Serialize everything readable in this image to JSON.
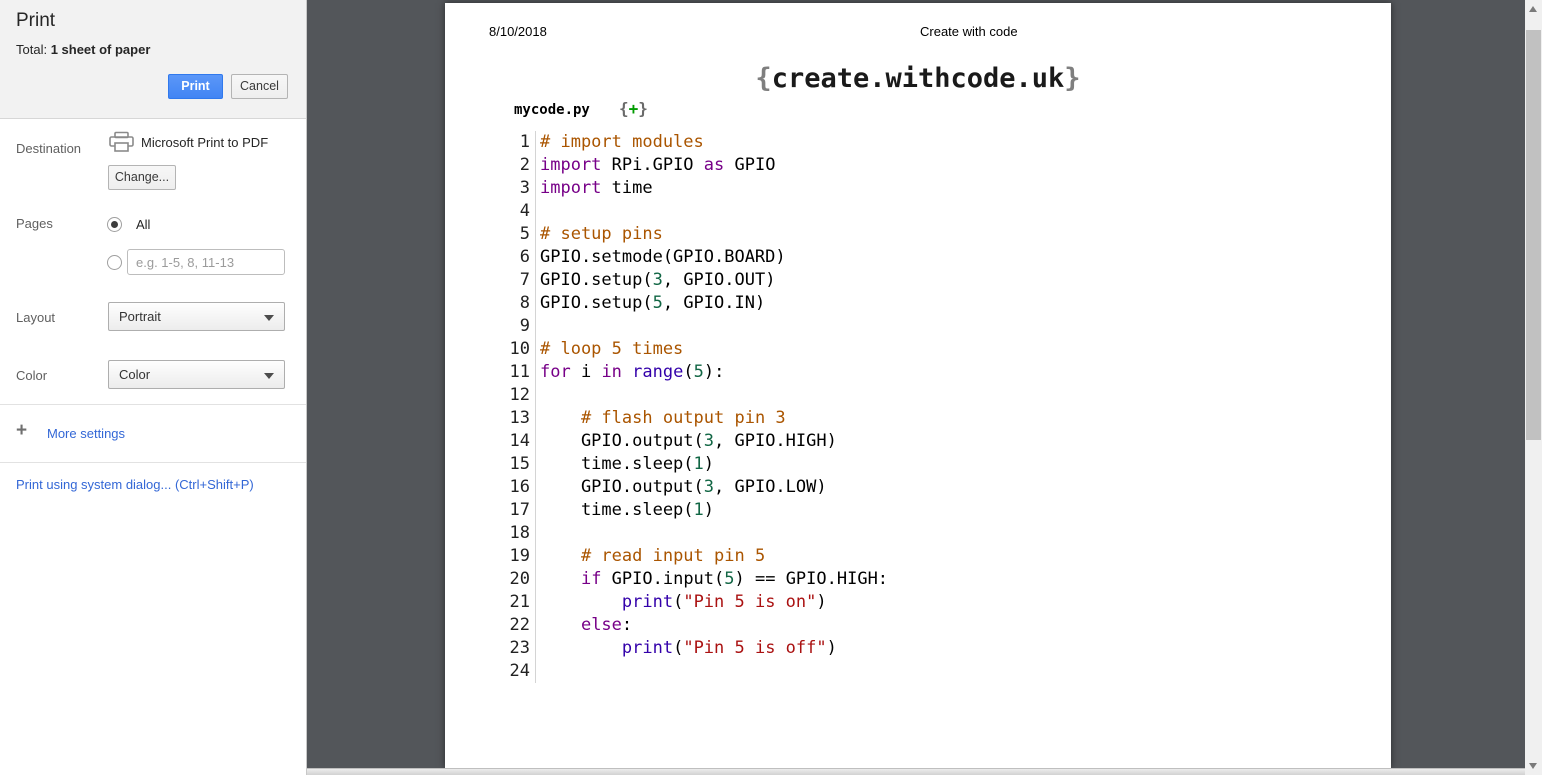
{
  "colors": {
    "accent_blue": "#4285f4",
    "link_blue": "#3367d6",
    "preview_background": "#53565a",
    "syntax": {
      "keyword": "#770088",
      "builtin": "#3300aa",
      "number": "#116644",
      "string": "#aa1111",
      "comment": "#aa5500",
      "plain": "#000000"
    }
  },
  "sidebar": {
    "title": "Print",
    "total_prefix": "Total: ",
    "total_bold": "1 sheet of paper",
    "buttons": {
      "print": "Print",
      "cancel": "Cancel"
    },
    "destination": {
      "label": "Destination",
      "device": "Microsoft Print to PDF",
      "change": "Change..."
    },
    "pages": {
      "label": "Pages",
      "all": "All",
      "range_placeholder": "e.g. 1-5, 8, 11-13"
    },
    "layout": {
      "label": "Layout",
      "value": "Portrait"
    },
    "color": {
      "label": "Color",
      "value": "Color"
    },
    "plus": "+",
    "more_settings": "More settings",
    "system_dialog": "Print using system dialog... (Ctrl+Shift+P)"
  },
  "preview": {
    "header": {
      "date": "8/10/2018",
      "title": "Create with code"
    },
    "site_title": {
      "open": "{",
      "text": "create.withcode.uk",
      "close": "}"
    },
    "filename": "mycode.py",
    "logo": {
      "open": "{",
      "plus": "+",
      "close": "}"
    },
    "code_lines": [
      {
        "n": "1",
        "tokens": [
          [
            "c",
            "# import modules"
          ]
        ]
      },
      {
        "n": "2",
        "tokens": [
          [
            "k",
            "import"
          ],
          [
            "p",
            " RPi.GPIO "
          ],
          [
            "k",
            "as"
          ],
          [
            "p",
            " GPIO"
          ]
        ]
      },
      {
        "n": "3",
        "tokens": [
          [
            "k",
            "import"
          ],
          [
            "p",
            " time"
          ]
        ]
      },
      {
        "n": "4",
        "tokens": []
      },
      {
        "n": "5",
        "tokens": [
          [
            "c",
            "# setup pins"
          ]
        ]
      },
      {
        "n": "6",
        "tokens": [
          [
            "p",
            "GPIO.setmode(GPIO.BOARD)"
          ]
        ]
      },
      {
        "n": "7",
        "tokens": [
          [
            "p",
            "GPIO.setup("
          ],
          [
            "n",
            "3"
          ],
          [
            "p",
            ", GPIO.OUT)"
          ]
        ]
      },
      {
        "n": "8",
        "tokens": [
          [
            "p",
            "GPIO.setup("
          ],
          [
            "n",
            "5"
          ],
          [
            "p",
            ", GPIO.IN)"
          ]
        ]
      },
      {
        "n": "9",
        "tokens": []
      },
      {
        "n": "10",
        "tokens": [
          [
            "c",
            "# loop 5 times"
          ]
        ]
      },
      {
        "n": "11",
        "tokens": [
          [
            "k",
            "for"
          ],
          [
            "p",
            " i "
          ],
          [
            "k",
            "in"
          ],
          [
            "p",
            " "
          ],
          [
            "b",
            "range"
          ],
          [
            "p",
            "("
          ],
          [
            "n",
            "5"
          ],
          [
            "p",
            "):"
          ]
        ]
      },
      {
        "n": "12",
        "tokens": []
      },
      {
        "n": "13",
        "tokens": [
          [
            "p",
            "    "
          ],
          [
            "c",
            "# flash output pin 3"
          ]
        ]
      },
      {
        "n": "14",
        "tokens": [
          [
            "p",
            "    GPIO.output("
          ],
          [
            "n",
            "3"
          ],
          [
            "p",
            ", GPIO.HIGH)"
          ]
        ]
      },
      {
        "n": "15",
        "tokens": [
          [
            "p",
            "    time.sleep("
          ],
          [
            "n",
            "1"
          ],
          [
            "p",
            ")"
          ]
        ]
      },
      {
        "n": "16",
        "tokens": [
          [
            "p",
            "    GPIO.output("
          ],
          [
            "n",
            "3"
          ],
          [
            "p",
            ", GPIO.LOW)"
          ]
        ]
      },
      {
        "n": "17",
        "tokens": [
          [
            "p",
            "    time.sleep("
          ],
          [
            "n",
            "1"
          ],
          [
            "p",
            ")"
          ]
        ]
      },
      {
        "n": "18",
        "tokens": []
      },
      {
        "n": "19",
        "tokens": [
          [
            "p",
            "    "
          ],
          [
            "c",
            "# read input pin 5"
          ]
        ]
      },
      {
        "n": "20",
        "tokens": [
          [
            "p",
            "    "
          ],
          [
            "k",
            "if"
          ],
          [
            "p",
            " GPIO.input("
          ],
          [
            "n",
            "5"
          ],
          [
            "p",
            ") == GPIO.HIGH:"
          ]
        ]
      },
      {
        "n": "21",
        "tokens": [
          [
            "p",
            "        "
          ],
          [
            "b",
            "print"
          ],
          [
            "p",
            "("
          ],
          [
            "s",
            "\"Pin 5 is on\""
          ],
          [
            "p",
            ")"
          ]
        ]
      },
      {
        "n": "22",
        "tokens": [
          [
            "p",
            "    "
          ],
          [
            "k",
            "else"
          ],
          [
            "p",
            ":"
          ]
        ]
      },
      {
        "n": "23",
        "tokens": [
          [
            "p",
            "        "
          ],
          [
            "b",
            "print"
          ],
          [
            "p",
            "("
          ],
          [
            "s",
            "\"Pin 5 is off\""
          ],
          [
            "p",
            ")"
          ]
        ]
      },
      {
        "n": "24",
        "tokens": []
      }
    ]
  }
}
